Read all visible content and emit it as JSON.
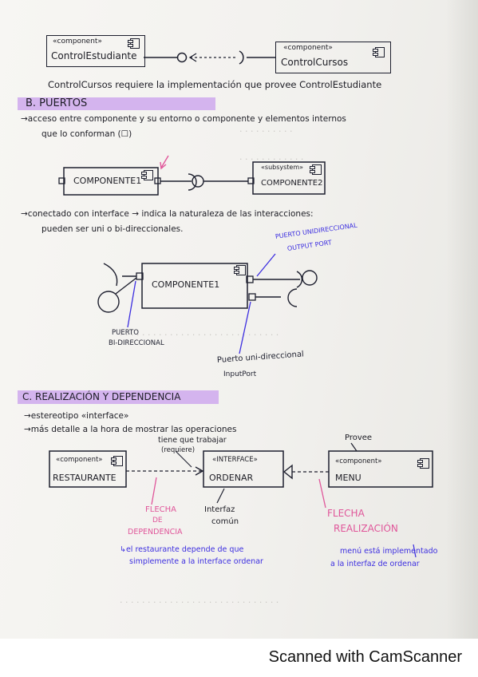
{
  "section_a": {
    "comp1_stereo": "«component»",
    "comp1_name": "ControlEstudiante",
    "comp2_stereo": "«component»",
    "comp2_name": "ControlCursos",
    "note": "ControlCursos requiere la implementación que provee ControlEstudiante"
  },
  "section_b": {
    "heading": "B. PUERTOS",
    "line1": "→acceso entre componente y su entorno o componente y elementos internos",
    "line2": "que lo conforman (☐)",
    "comp1": "COMPONENTE1",
    "sub_stereo": "«subsystem»",
    "comp2": "COMPONENTE2",
    "line3": "→conectado con interface → indica la naturaleza de las interacciones:",
    "line4": "pueden ser uni o bi-direccionales.",
    "center_comp": "COMPONENTE1",
    "label_out_1": "PUERTO UNIDIRECCIONAL",
    "label_out_2": "OUTPUT PORT",
    "label_bi_1": "PUERTO",
    "label_bi_2": "BI-DIRECCIONAL",
    "label_in_1": "Puerto uni-direccional",
    "label_in_2": "InputPort"
  },
  "section_c": {
    "heading": "C. REALIZACIÓN Y DEPENDENCIA",
    "line1": "→estereotipo «interface»",
    "line2": "→más detalle a la hora de mostrar las operaciones",
    "need_1": "tiene que trabajar",
    "need_2": "(requiere)",
    "provee": "Provee",
    "r_stereo": "«component»",
    "r_name": "RESTAURANTE",
    "i_stereo": "«INTERFACE»",
    "i_name": "ORDENAR",
    "m_stereo": "«component»",
    "m_name": "MENU",
    "dep_1": "FLECHA",
    "dep_2": "DE",
    "dep_3": "DEPENDENCIA",
    "common_1": "Interfaz",
    "common_2": "común",
    "real_1": "FLECHA",
    "real_2": "REALIZACIÓN",
    "note_left_1": "↳el restaurante depende de que",
    "note_left_2": "simplemente a la interface ordenar",
    "note_right_1": "menú está implementado",
    "note_right_2": "a la interfaz de ordenar"
  },
  "footer": {
    "text": "Scanned with CamScanner"
  },
  "colors": {
    "ink": "#1d1f2e",
    "pink": "#e0569a",
    "blue": "#3c2ee0",
    "highlight": "#d4b4ee"
  }
}
